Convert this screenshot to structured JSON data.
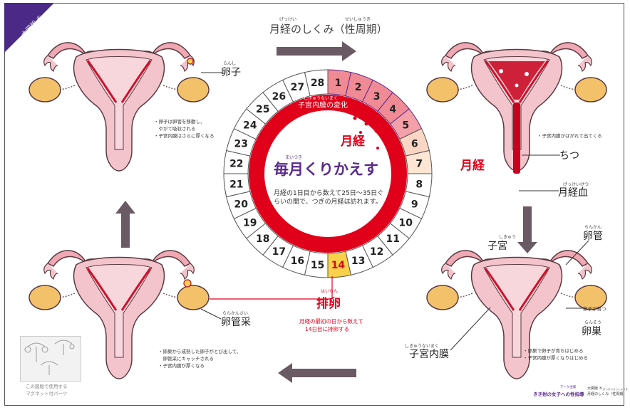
{
  "banner": {
    "title": "大図版 ⑤",
    "subtitle": "月経のしくみ（性周期）"
  },
  "heading": {
    "ruby_left": "げっけい",
    "ruby_right": "せいしゅうき",
    "text": "月経のしくみ（性周期）"
  },
  "calendar": {
    "days": [
      "1",
      "2",
      "3",
      "4",
      "5",
      "6",
      "7",
      "8",
      "9",
      "10",
      "11",
      "12",
      "13",
      "14",
      "15",
      "16",
      "17",
      "18",
      "19",
      "20",
      "21",
      "22",
      "23",
      "24",
      "25",
      "26",
      "27",
      "28"
    ],
    "ring_ruby": "しきゅうないまく",
    "ring_label": "子宮内膜の変化",
    "period_label": "月経",
    "center_ruby": "まいつき",
    "center_title": "毎月くりかえす",
    "center_line1": "月経の1日目から数えて25日〜35日ぐ",
    "center_line2": "らいの間で、つぎの月経は訪れます。"
  },
  "top_left": {
    "egg_ruby": "らんし",
    "egg": "卵子",
    "notes": [
      "・卵子は卵管を移動し、",
      "　やがて吸収される",
      "・子宮内膜はさらに厚くなる"
    ]
  },
  "top_right": {
    "notes": [
      "・子宮内膜がはがれて出てくる"
    ],
    "chitsu": "ちつ",
    "menses": "月経",
    "blood_ruby": "げっけいけつ",
    "blood": "月経血"
  },
  "bottom_right": {
    "uterus_ruby": "しきゅう",
    "uterus": "子宮",
    "tube_ruby": "らんかん",
    "tube": "卵管",
    "egg_grows": "卵子が育つ",
    "ovary_ruby": "らんそう",
    "ovary": "卵巣",
    "lining_ruby": "しきゅうないまく",
    "lining": "子宮内膜",
    "notes": [
      "・卵巣で卵子が育ちはじめる",
      "・子宮内膜が厚くなりはじめる"
    ]
  },
  "bottom_left": {
    "fimbria_ruby": "らんかんさい",
    "fimbria": "卵管采",
    "notes": [
      "・卵巣から成熟した卵子がとび出して、",
      "　卵管采にキャッチされる",
      "・子宮内膜が厚くなる"
    ],
    "parts_caption": [
      "この図版で使用する",
      "マグネット付パーツ"
    ]
  },
  "ovulation": {
    "ruby": "はいらん",
    "title": "排卵",
    "desc1": "月経の最初の日から数えて",
    "desc2": "14日目に排卵する"
  },
  "footer": {
    "series": "きき射の女子への性指導",
    "series_small": "アーク出版",
    "code": "大図版 ⑤",
    "name": "月経のしくみ（性周期）",
    "name_ruby": "げっけいせいしゅうき"
  },
  "colors": {
    "red": "#e0001a",
    "pink": "#f0a8b4",
    "uterus": "#f3c4cc",
    "ovary": "#f3c16a",
    "arrow": "#6a5a64",
    "purple": "#5a2a8c",
    "banner": "#4a2a86"
  }
}
